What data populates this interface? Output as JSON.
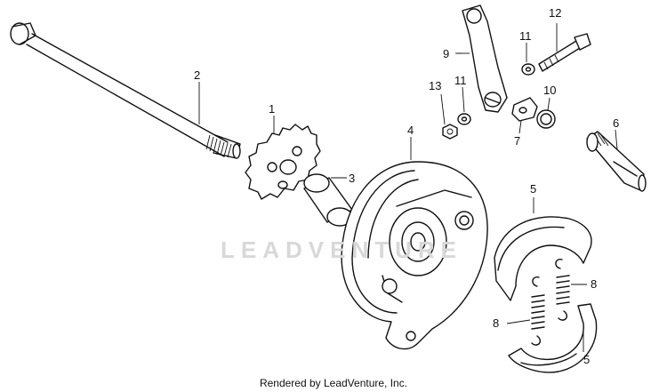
{
  "callouts": {
    "c1": "1",
    "c2": "2",
    "c3": "3",
    "c4": "4",
    "c5a": "5",
    "c5b": "5",
    "c6": "6",
    "c7": "7",
    "c8a": "8",
    "c8b": "8",
    "c9": "9",
    "c10": "10",
    "c11a": "11",
    "c11b": "11",
    "c12": "12",
    "c13": "13"
  },
  "watermark": "LEADVENTURE",
  "footer": "Rendered by LeadVenture, Inc.",
  "colors": {
    "ink": "#111111",
    "watermark": "#d8d8d8",
    "background": "#ffffff"
  }
}
